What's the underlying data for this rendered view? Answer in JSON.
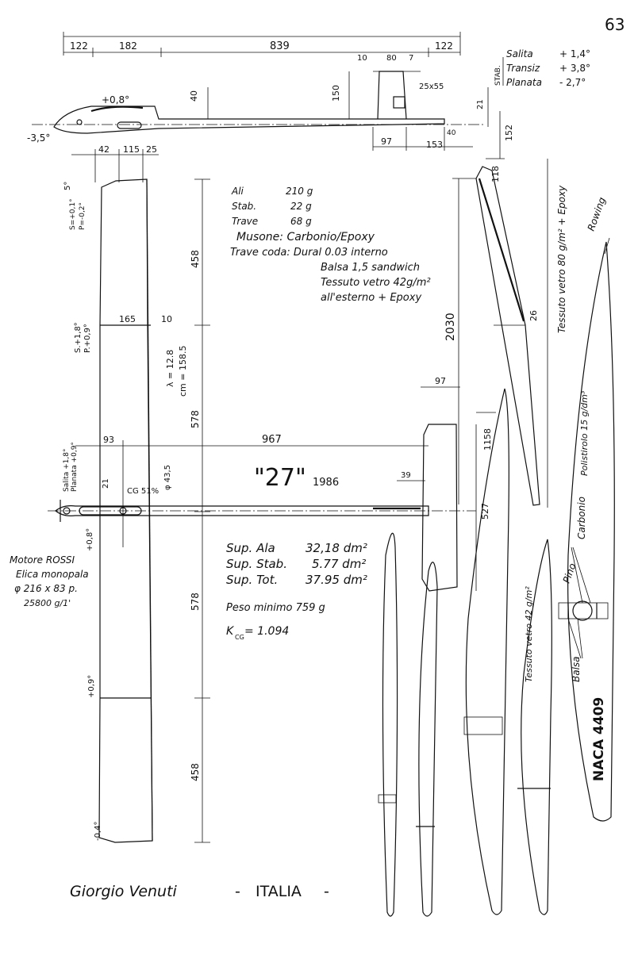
{
  "page": {
    "number": "63"
  },
  "side_view": {
    "dimensions": [
      "122",
      "182",
      "839",
      "122",
      "10",
      "80",
      "7",
      "40",
      "150",
      "25x55",
      "21",
      "97",
      "153",
      "40",
      "152"
    ],
    "angles": {
      "wing": "+0,8°",
      "nose": "-3,5°"
    },
    "stab_label": "STAB.",
    "stab_settings": [
      {
        "label": "Salita",
        "value": "+ 1,4°"
      },
      {
        "label": "Transiz",
        "value": "+ 3,8°"
      },
      {
        "label": "Planata",
        "value": "- 2,7°"
      }
    ]
  },
  "weights": [
    {
      "label": "Ali",
      "value": "210 g"
    },
    {
      "label": "Stab.",
      "value": "22 g"
    },
    {
      "label": "Trave",
      "value": "68 g"
    }
  ],
  "construction": {
    "musone": "Musone: Carbonio/Epoxy",
    "trave_coda_lines": [
      "Trave coda: Dural 0.03 interno",
      "Balsa 1,5 sandwich",
      "Tessuto vetro 42g/m²",
      "all'esterno + Epoxy"
    ]
  },
  "wing": {
    "chords": [
      "42",
      "115",
      "25"
    ],
    "panel_lengths": [
      "458",
      "578",
      "578",
      "458"
    ],
    "rib_dims": [
      "165",
      "10"
    ],
    "tip_angles": [
      "5°",
      "S=+0,1°",
      "P=-0,2°"
    ],
    "aspect_ratio": "λ = 12.8",
    "cm": "cm = 158.5",
    "inner_angles": [
      "S.+1,8°",
      "P.+0,9°"
    ],
    "lower_angles": [
      "+0,9°",
      "-0,4°"
    ]
  },
  "top_view": {
    "dims": [
      "93",
      "967",
      "97",
      "39",
      "1158",
      "527",
      "21",
      "CG 51%",
      "φ 43,5",
      "+0,8°"
    ],
    "salita_planata": [
      "Salita +1,8°",
      "Planata +0,9°"
    ],
    "model_name": "\"27\"",
    "year": "1986"
  },
  "engine": {
    "lines": [
      "Motore ROSSI",
      "Elica monopala",
      "φ 216 x 83 p.",
      "25800 g/1'"
    ]
  },
  "surfaces": [
    {
      "label": "Sup. Ala",
      "value": "32,18 dm²"
    },
    {
      "label": "Sup. Stab.",
      "value": "5.77 dm²"
    },
    {
      "label": "Sup. Tot.",
      "value": "37.95 dm²"
    }
  ],
  "peso_minimo": "Peso minimo 759 g",
  "kcg": {
    "symbol": "K",
    "sub": "CG",
    "value": "= 1.094"
  },
  "fin": {
    "dims": [
      "118",
      "2030",
      "26"
    ],
    "tessuto_top": "Tessuto vetro 80 g/m² + Epoxy",
    "rowing": "Rowing",
    "polistirolo": "Polistirolo 15 g/dm³",
    "carbonio": "Carbonio",
    "pino": "Pino",
    "balsa": "Balsa",
    "tessuto_side": "Tessuto vetro 42 g/m²",
    "naca": "NACA 4409"
  },
  "author": {
    "name": "Giorgio Venuti",
    "separator": "-",
    "country": "ITALIA"
  }
}
